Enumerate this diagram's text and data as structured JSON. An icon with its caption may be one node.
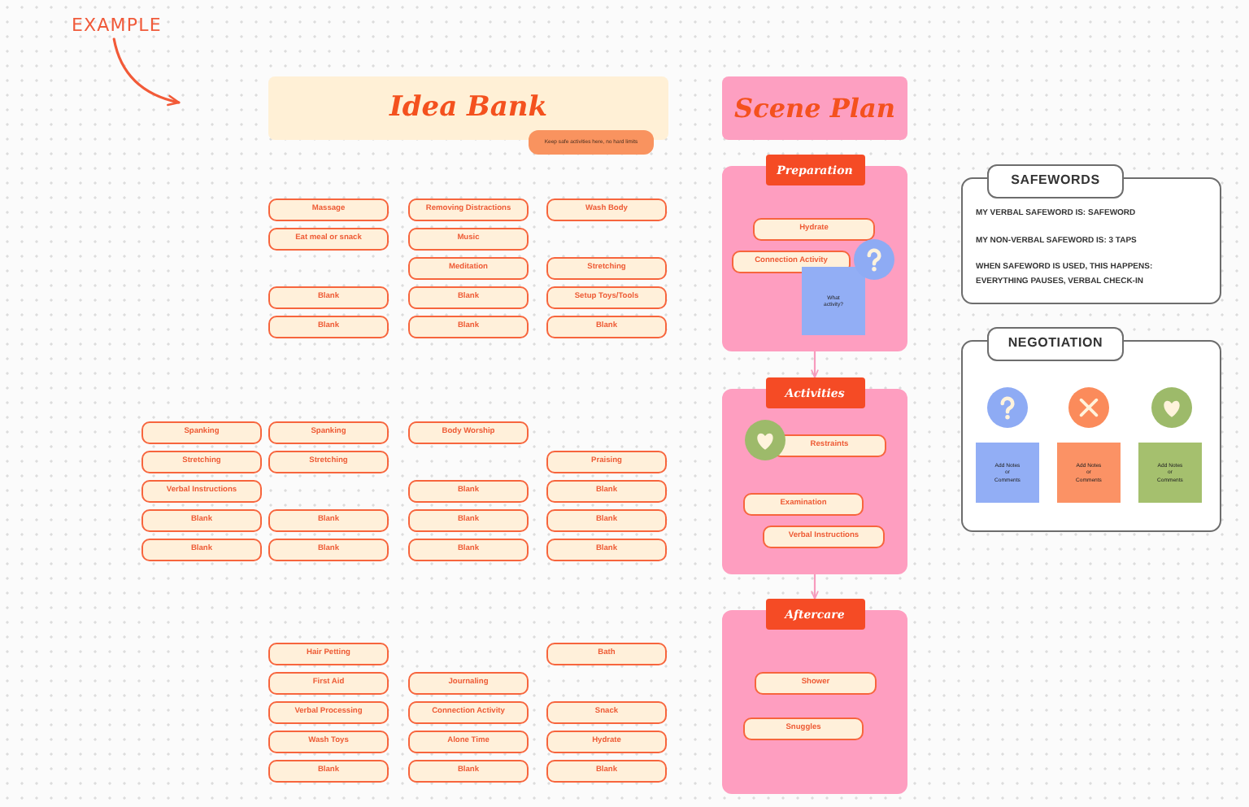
{
  "diagram": {
    "nodes": [
      {
        "text": [
          "EXAMPLE"
        ]
      },
      {
        "text": [
          "Idea Bank"
        ]
      },
      {
        "text": [
          "Keep safe activities here, no hard limits"
        ]
      },
      {
        "text": [
          "Massage"
        ]
      },
      {
        "text": [
          "Removing Distractions"
        ]
      },
      {
        "text": [
          "Wash Body"
        ]
      },
      {
        "text": [
          "Eat meal or snack"
        ]
      },
      {
        "text": [
          "Music"
        ]
      },
      {
        "text": [
          "Meditation"
        ]
      },
      {
        "text": [
          "Stretching"
        ]
      },
      {
        "text": [
          "Blank"
        ]
      },
      {
        "text": [
          "Blank"
        ]
      },
      {
        "text": [
          "Setup Toys/Tools"
        ]
      },
      {
        "text": [
          "Blank"
        ]
      },
      {
        "text": [
          "Blank"
        ]
      },
      {
        "text": [
          "Blank"
        ]
      },
      {
        "text": [
          "Spanking"
        ]
      },
      {
        "text": [
          "Spanking"
        ]
      },
      {
        "text": [
          "Body Worship"
        ]
      },
      {
        "text": [
          "Stretching"
        ]
      },
      {
        "text": [
          "Stretching"
        ]
      },
      {
        "text": [
          "Praising"
        ]
      },
      {
        "text": [
          "Verbal Instructions"
        ]
      },
      {
        "text": [
          "Blank"
        ]
      },
      {
        "text": [
          "Blank"
        ]
      },
      {
        "text": [
          "Blank"
        ]
      },
      {
        "text": [
          "Blank"
        ]
      },
      {
        "text": [
          "Blank"
        ]
      },
      {
        "text": [
          "Blank"
        ]
      },
      {
        "text": [
          "Blank"
        ]
      },
      {
        "text": [
          "Blank"
        ]
      },
      {
        "text": [
          "Blank"
        ]
      },
      {
        "text": [
          "Blank"
        ]
      },
      {
        "text": [
          "Hair Petting"
        ]
      },
      {
        "text": [
          "Bath"
        ]
      },
      {
        "text": [
          "First Aid"
        ]
      },
      {
        "text": [
          "Journaling"
        ]
      },
      {
        "text": [
          "Verbal Processing"
        ]
      },
      {
        "text": [
          "Connection Activity"
        ]
      },
      {
        "text": [
          "Snack"
        ]
      },
      {
        "text": [
          "Wash Toys"
        ]
      },
      {
        "text": [
          "Alone Time"
        ]
      },
      {
        "text": [
          "Hydrate"
        ]
      },
      {
        "text": [
          "Blank"
        ]
      },
      {
        "text": [
          "Blank"
        ]
      },
      {
        "text": [
          "Blank"
        ]
      },
      {
        "text": [
          "Scene Plan"
        ]
      },
      {
        "text": [
          "Preparation"
        ]
      },
      {
        "text": [
          "Hydrate"
        ],
        "in": 47
      },
      {
        "text": [
          "Connection Activity"
        ],
        "in": 47
      },
      {
        "text": [
          "What activity?"
        ],
        "in": 47
      },
      {
        "text": [
          "Activities"
        ]
      },
      {
        "text": [
          "Restraints"
        ],
        "in": 51
      },
      {
        "text": [
          "Examination"
        ],
        "in": 51
      },
      {
        "text": [
          "Verbal Instructions"
        ],
        "in": 51
      },
      {
        "text": [
          "Aftercare"
        ]
      },
      {
        "text": [
          "Shower"
        ],
        "in": 55
      },
      {
        "text": [
          "Snuggles"
        ],
        "in": 55
      },
      {
        "text": [
          "SAFEWORDS",
          "MY VERBAL SAFEWORD IS: SAFEWORD",
          "MY NON-VERBAL SAFEWORD IS: 3 TAPS",
          "WHEN SAFEWORD IS USED, THIS HAPPENS: EVERYTHING PAUSES, VERBAL CHECK-IN"
        ]
      },
      {
        "text": [
          "NEGOTIATION"
        ]
      },
      {
        "text": [
          "Add Notes or Comments"
        ],
        "in": 59
      },
      {
        "text": [
          "Add Notes or Comments"
        ],
        "in": 59
      },
      {
        "text": [
          "Add Notes or Comments"
        ],
        "in": 59
      }
    ],
    "edges": [
      {
        "from": 0,
        "to": null,
        "arrow": "to",
        "color": "#f25a38"
      },
      {
        "from": 47,
        "to": 51,
        "arrow": "to"
      },
      {
        "from": 51,
        "to": 55,
        "arrow": "to"
      }
    ]
  }
}
